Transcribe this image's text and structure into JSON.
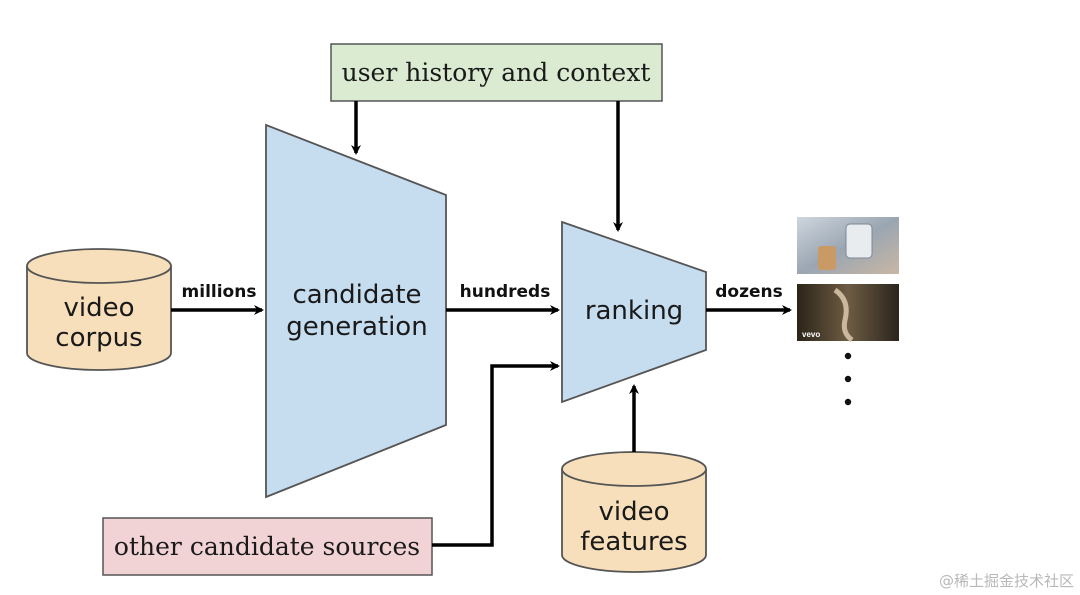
{
  "nodes": {
    "user_history": "user history and context",
    "candidate_generation": [
      "candidate",
      "generation"
    ],
    "ranking": "ranking",
    "video_corpus": [
      "video",
      "corpus"
    ],
    "video_features": [
      "video",
      "features"
    ],
    "other_sources": "other candidate sources"
  },
  "edges": {
    "millions": "millions",
    "hundreds": "hundreds",
    "dozens": "dozens"
  },
  "output": {
    "thumb2_caption": "vevo",
    "ellipsis": "•\n•\n•"
  },
  "colors": {
    "green_box": "#dbebd2",
    "blue_shape": "#c6dcef",
    "tan_cylinder": "#f6dfba",
    "pink_box": "#f2d3d5"
  },
  "watermark": "@稀土掘金技术社区"
}
